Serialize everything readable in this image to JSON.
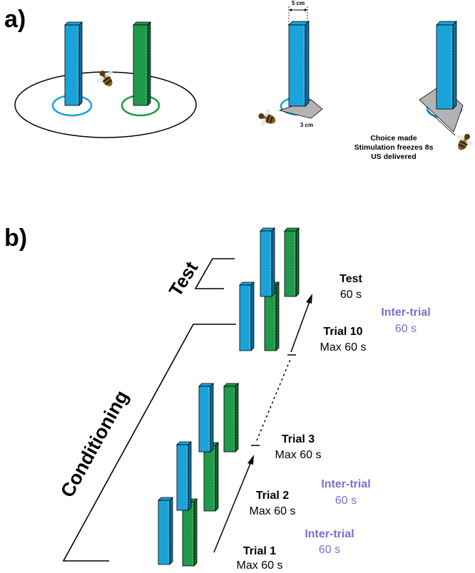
{
  "panel_a": {
    "label": "a)",
    "width_annotation": "5 cm",
    "ring_annotation": "3 cm",
    "choice_text": [
      "Choice made",
      "Stimulation freezes 8s",
      "US delivered"
    ]
  },
  "panel_b": {
    "label": "b)",
    "test_bracket_label": "Test",
    "conditioning_bracket_label": "Conditioning",
    "steps": [
      {
        "title": "Trial 1",
        "duration": "Max 60 s"
      },
      {
        "title": "Trial 2",
        "duration": "Max 60 s"
      },
      {
        "title": "Trial 3",
        "duration": "Max 60 s"
      },
      {
        "title": "Trial 10",
        "duration": "Max 60 s"
      },
      {
        "title": "Test",
        "duration": "60 s"
      }
    ],
    "intertrials": [
      {
        "title": "Inter-trial",
        "duration": "60 s"
      },
      {
        "title": "Inter-trial",
        "duration": "60 s"
      },
      {
        "title": "Inter-trial",
        "duration": "60 s"
      }
    ]
  },
  "colors": {
    "blue": "#1aa3d9",
    "blue_dark": "#0e6f96",
    "green": "#1f9a4a",
    "green_dark": "#12682f",
    "intertrial_purple": "#7b6fcf",
    "stimulus_grey": "#b3b3b3"
  }
}
